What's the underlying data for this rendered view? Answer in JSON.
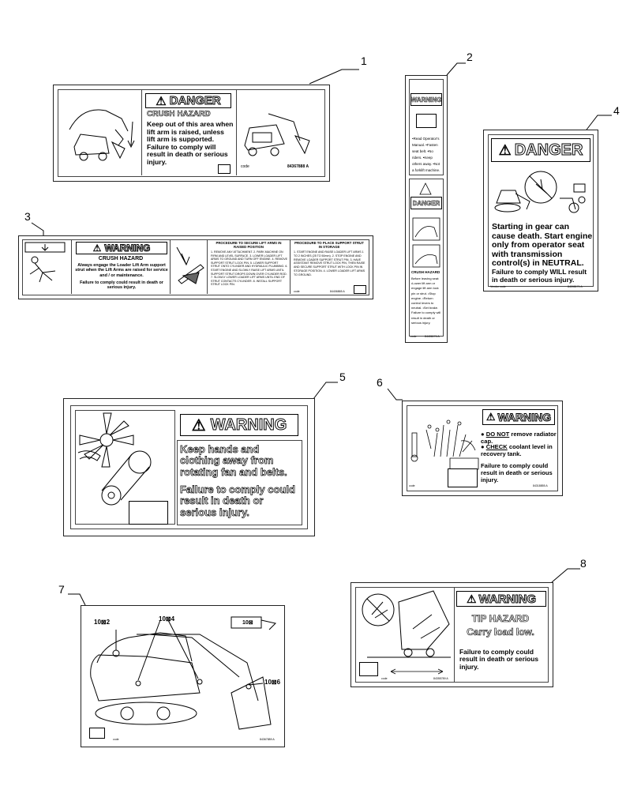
{
  "callouts": [
    "1",
    "2",
    "3",
    "4",
    "5",
    "6",
    "7",
    "8"
  ],
  "decal1": {
    "header": "DANGER",
    "title": "CRUSH HAZARD",
    "body": "Keep out of this area when lift arm is raised, unless lift arm is supported. Failure to comply will result in death or serious injury.",
    "code": "code",
    "part": "84367888 A"
  },
  "decal2": {
    "header1": "WARNING",
    "text1": "•Read Operator's Manual. •Fasten seat belt. •No riders. •Keep others away. •Not a forklift machine.",
    "header2": "DANGER",
    "title2": "CRUSH HAZARD",
    "text2": "Before leaving seat: •Lower lift arm or engage lift arm lock pin or strut. •Stop engine. •Return control levers to neutral. •Set brake. Failure to comply will result in death or serious injury.",
    "code": "code",
    "part": "84406174 A"
  },
  "decal3": {
    "header": "WARNING",
    "title": "CRUSH HAZARD",
    "body": "Always engage the Loader Lift Arm support strut when the Lift Arms are raised for service and / or maintenance.",
    "failure": "Failure to comply could result in death or serious injury.",
    "proc1_title": "PROCEDURE TO SECURE LIFT ARMS IN RAISED POSITION",
    "proc1_steps": "1. REMOVE ANY ATTACHMENT. 2. PARK MACHINE ON FIRM AND LEVEL SURFACE. 3. LOWER LOADER LIFT ARMS TO GROUND AND TURN OFF ENGINE. 4. REMOVE SUPPORT STRUT LOCK PIN. 5. LOWER SUPPORT STRUT ONTO CYLINDER AND HYDRAULIC PLUMBING. 6. START ENGINE AND SLOWLY RAISE LIFT ARMS UNTIL SUPPORT STRUT DROPS DOWN OVER CYLINDER ROD. 7. SLOWLY LOWER LOADER LIFT ARMS UNTIL END OF STRUT CONTACTS CYLINDER. 8. INSTALL SUPPORT STRUT LOCK PIN.",
    "proc2_title": "PROCEDURE TO PLACE SUPPORT STRUT IN STORAGE",
    "proc2_steps": "1. START ENGINE AND RAISE LOADER LIFT ARMS 1 TO 2 INCHES (25 TO 50mm). 2. STOP ENGINE AND REMOVE LOADER SUPPORT STRUT PIN. 3. HAVE ASSISTANT REMOVE STRUT LOCK PIN, THEN RAISE AND SECURE SUPPORT STRUT WITH LOCK PIN IN STORAGE POSITION. 4. LOWER LOADER LIFT ARMS TO GROUND.",
    "code": "code",
    "part": "84406865 A"
  },
  "decal4": {
    "header": "DANGER",
    "body": "Starting in gear can cause death. Start engine only from operator seat with transmission control(s) in NEUTRAL.",
    "failure": "Failure to comply WILL result in death or serious injury.",
    "code": "Vendor code",
    "part": "84398171 A"
  },
  "decal5": {
    "header": "WARNING",
    "body": "Keep hands and clothing away from rotating fan and belts.",
    "failure": "Failure to comply could result in death or serious injury."
  },
  "decal6": {
    "header": "WARNING",
    "line1_em": "DO NOT",
    "line1_rest": " remove radiator cap.",
    "line2_em": "CHECK",
    "line2_rest": " coolant level in recovery tank.",
    "failure": "Failure to comply could result in death or serious injury.",
    "code": "code",
    "part": "84318855 A"
  },
  "decal7": {
    "labels": [
      "10⊠2",
      "10⊠4",
      "10⊠6",
      "10⊠"
    ],
    "code": "code",
    "part": "84367889 A"
  },
  "decal8": {
    "header": "WARNING",
    "title": "TIP HAZARD",
    "subtitle": "Carry load low.",
    "failure": "Failure to comply could result in death or serious injury.",
    "code": "code",
    "part": "84355789 A"
  }
}
